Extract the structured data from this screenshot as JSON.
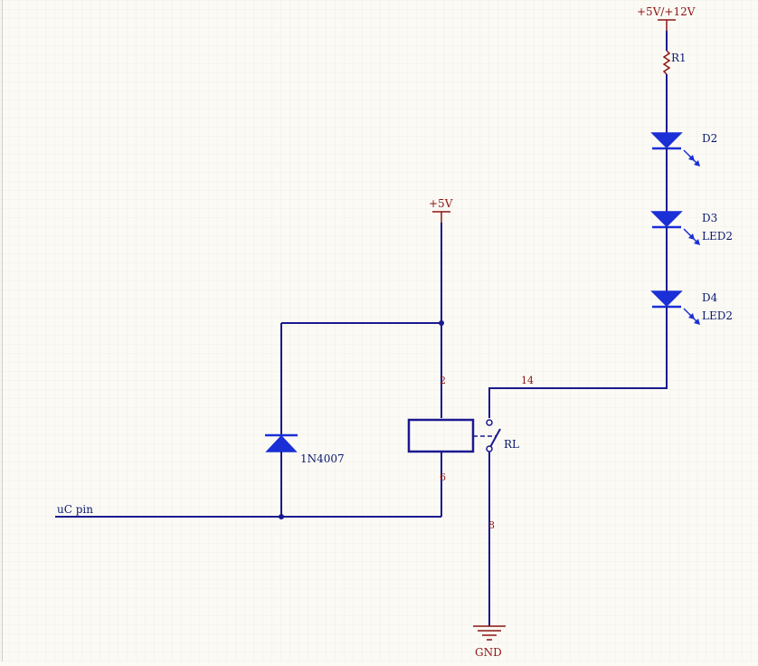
{
  "power": {
    "vcc_top": "+5V/+12V",
    "vcc_relay": "+5V",
    "ground": "GND"
  },
  "components": {
    "resistor": "R1",
    "led_d2": "D2",
    "led_d3": "D3",
    "led_d3_value": "LED2",
    "led_d4": "D4",
    "led_d4_value": "LED2",
    "diode": "1N4007",
    "relay": "RL"
  },
  "pins": {
    "coil_top": "2",
    "coil_bottom": "6",
    "contact_no": "14",
    "contact_com": "8"
  },
  "ports": {
    "input": "uC pin"
  },
  "colors": {
    "wire": "#1a1a90",
    "power_symbol": "#8b1414",
    "led": "#1a2fd6",
    "grid": "#e6e4de",
    "background": "#fcfaf5"
  }
}
